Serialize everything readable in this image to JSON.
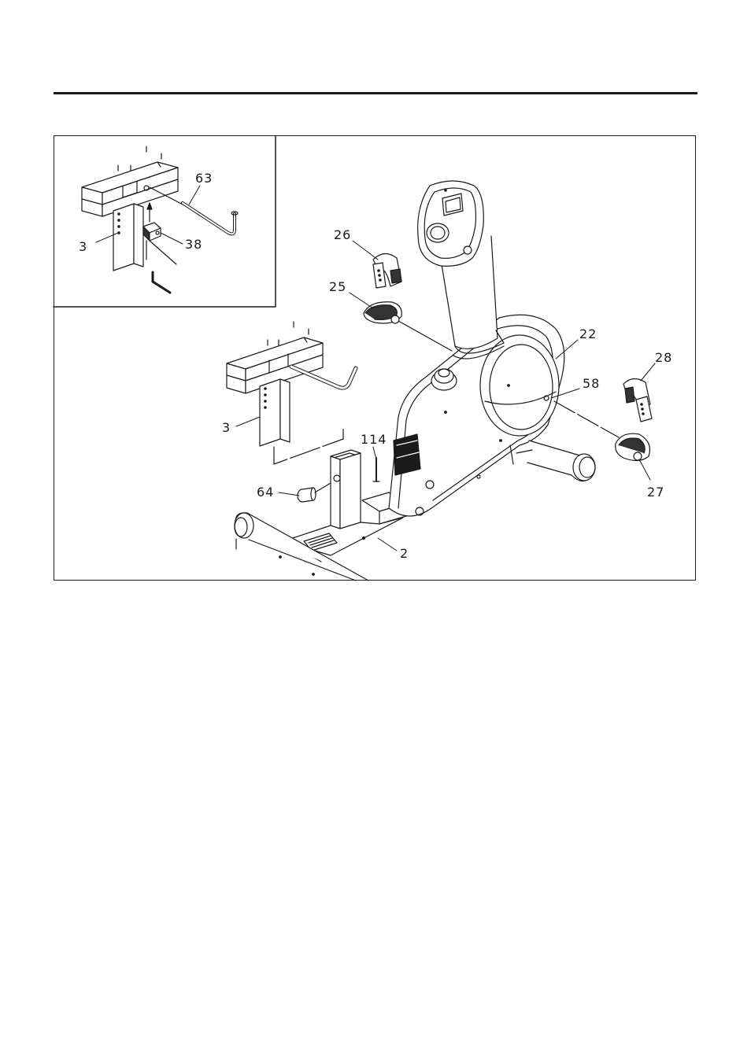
{
  "diagram": {
    "callouts": {
      "inset_part_3": "3",
      "inset_part_38": "38",
      "inset_part_63": "63",
      "part_26": "26",
      "part_25": "25",
      "part_22": "22",
      "part_28": "28",
      "part_58": "58",
      "part_3": "3",
      "part_114": "114",
      "part_64": "64",
      "part_27": "27",
      "part_2": "2"
    }
  }
}
